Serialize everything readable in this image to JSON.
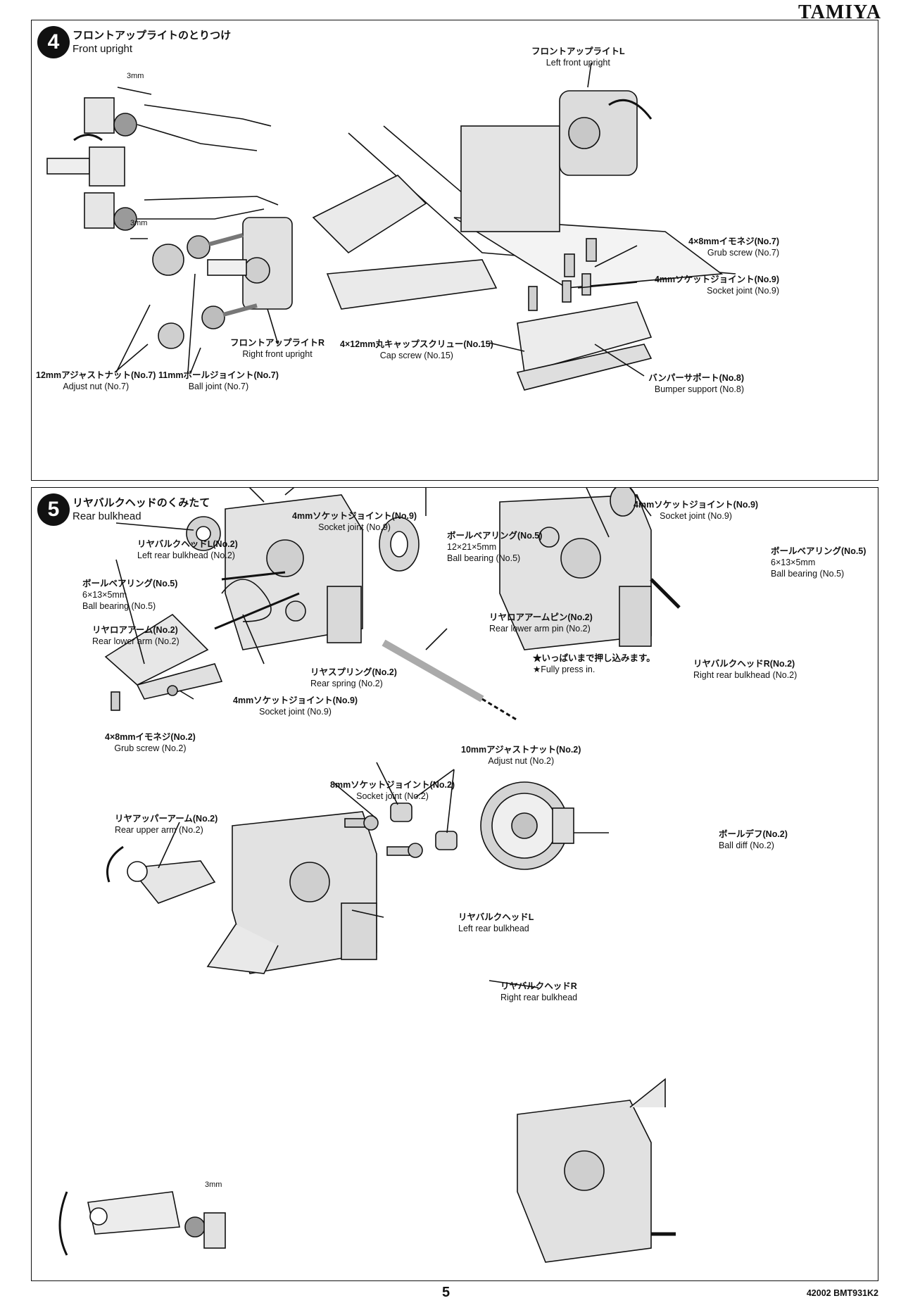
{
  "brand": "TAMIYA",
  "step4": {
    "number": "4",
    "title_jp": "フロントアップライトのとりつけ",
    "title_en": "Front upright",
    "dim_top": "3mm",
    "dim_bottom": "3mm",
    "labels": {
      "left_upright_jp": "フロントアップライトL",
      "left_upright_en": "Left front upright",
      "grub_jp": "4×8mmイモネジ(No.7)",
      "grub_en": "Grub screw (No.7)",
      "socket_jp": "4mmソケットジョイント(No.9)",
      "socket_en": "Socket joint (No.9)",
      "right_upright_jp": "フロントアップライトR",
      "right_upright_en": "Right front upright",
      "cap_jp": "4×12mm丸キャップスクリュー(No.15)",
      "cap_en": "Cap screw (No.15)",
      "bumper_jp": "バンパーサポート(No.8)",
      "bumper_en": "Bumper support (No.8)",
      "adjust_jp": "12mmアジャストナット(No.7)",
      "adjust_en": "Adjust nut (No.7)",
      "ball_jp": "11mmボールジョイント(No.7)",
      "ball_en": "Ball joint (No.7)"
    }
  },
  "step5": {
    "number": "5",
    "title_jp": "リヤバルクヘッドのくみたて",
    "title_en": "Rear bulkhead",
    "dim_bottom": "3mm",
    "labels": {
      "socket_top_jp": "4mmソケットジョイント(No.9)",
      "socket_top_en": "Socket joint (No.9)",
      "socket_right_jp": "4mmソケットジョイント(No.9)",
      "socket_right_en": "Socket joint (No.9)",
      "left_rear_jp": "リヤバルクヘッドL(No.2)",
      "left_rear_en": "Left rear bulkhead (No.2)",
      "ballbear_big_jp": "ボールベアリング(No.5)",
      "ballbear_big_size": "12×21×5mm",
      "ballbear_big_en": "Ball bearing (No.5)",
      "ballbear_left_jp": "ボールベアリング(No.5)",
      "ballbear_left_size": "6×13×5mm",
      "ballbear_left_en": "Ball bearing (No.5)",
      "ballbear_right_jp": "ボールベアリング(No.5)",
      "ballbear_right_size": "6×13×5mm",
      "ballbear_right_en": "Ball bearing (No.5)",
      "lower_arm_jp": "リヤロアアーム(No.2)",
      "lower_arm_en": "Rear lower arm (No.2)",
      "pin_jp": "リヤロアアームピン(No.2)",
      "pin_en": "Rear lower arm pin (No.2)",
      "press_jp": "★いっぱいまで押し込みます。",
      "press_en": "★Fully press in.",
      "right_rear_jp": "リヤバルクヘッドR(No.2)",
      "right_rear_en": "Right rear bulkhead (No.2)",
      "spring_jp": "リヤスプリング(No.2)",
      "spring_en": "Rear spring (No.2)",
      "socket_mid_jp": "4mmソケットジョイント(No.9)",
      "socket_mid_en": "Socket joint (No.9)",
      "grub_jp": "4×8mmイモネジ(No.2)",
      "grub_en": "Grub screw (No.2)",
      "adjust10_jp": "10mmアジャストナット(No.2)",
      "adjust10_en": "Adjust nut (No.2)",
      "socket8_jp": "8mmソケットジョイント(No.2)",
      "socket8_en": "Socket joint (No.2)",
      "upper_arm_jp": "リヤアッパーアーム(No.2)",
      "upper_arm_en": "Rear upper arm (No.2)",
      "balldiff_jp": "ボールデフ(No.2)",
      "balldiff_en": "Ball diff (No.2)",
      "left_bulk_jp": "リヤバルクヘッドL",
      "left_bulk_en": "Left rear bulkhead",
      "right_bulk_jp": "リヤバルクヘッドR",
      "right_bulk_en": "Right rear bulkhead"
    }
  },
  "footer": {
    "page": "5",
    "code": "42002 BMT931K2"
  }
}
